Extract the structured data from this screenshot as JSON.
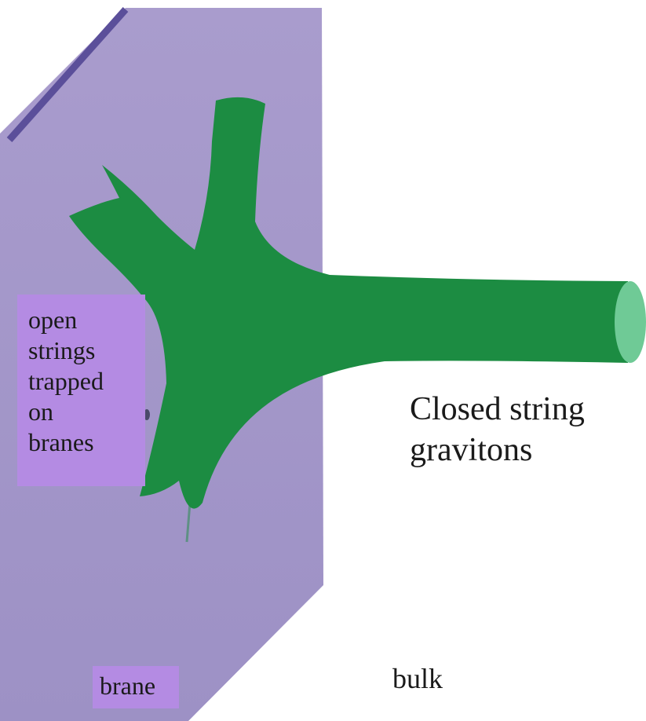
{
  "colors": {
    "brane_fill": "#9f93c6",
    "brane_edge": "#5b4f9a",
    "string_green": "#1c8c42",
    "string_end": "#6fca96",
    "label_box": "#b48be3"
  },
  "labels": {
    "open_strings": "open\nstrings\ntrapped\non\nbranes",
    "closed_string": "Closed string\ngravitons",
    "brane": "brane",
    "bulk": "bulk"
  }
}
